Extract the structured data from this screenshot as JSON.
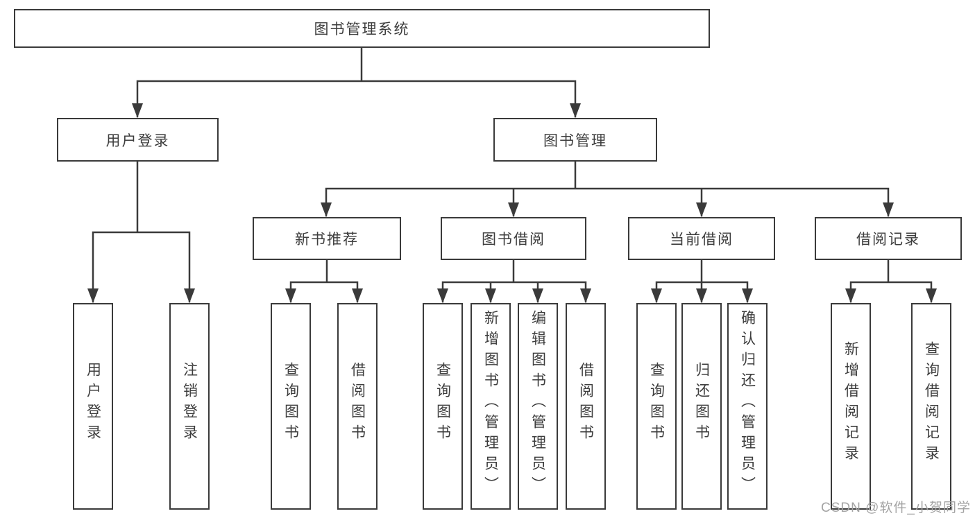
{
  "tree": {
    "root": "图书管理系统",
    "level1": [
      "用户登录",
      "图书管理"
    ],
    "level2": [
      "新书推荐",
      "图书借阅",
      "当前借阅",
      "借阅记录"
    ],
    "leaves": {
      "user": [
        "用户登录",
        "注销登录"
      ],
      "recommend": [
        "查询图书",
        "借阅图书"
      ],
      "borrow": [
        "查询图书",
        "新增图书（管理员）",
        "编辑图书（管理员）",
        "借阅图书"
      ],
      "current": [
        "查询图书",
        "归还图书",
        "确认归还（管理员）"
      ],
      "record": [
        "新增借阅记录",
        "查询借阅记录"
      ]
    }
  },
  "watermark": "CSDN @软件_小贺同学",
  "colors": {
    "line": "#3a3a3a",
    "text": "#3d3d3d",
    "watermark": "#a3a3a3",
    "background": "#ffffff"
  }
}
